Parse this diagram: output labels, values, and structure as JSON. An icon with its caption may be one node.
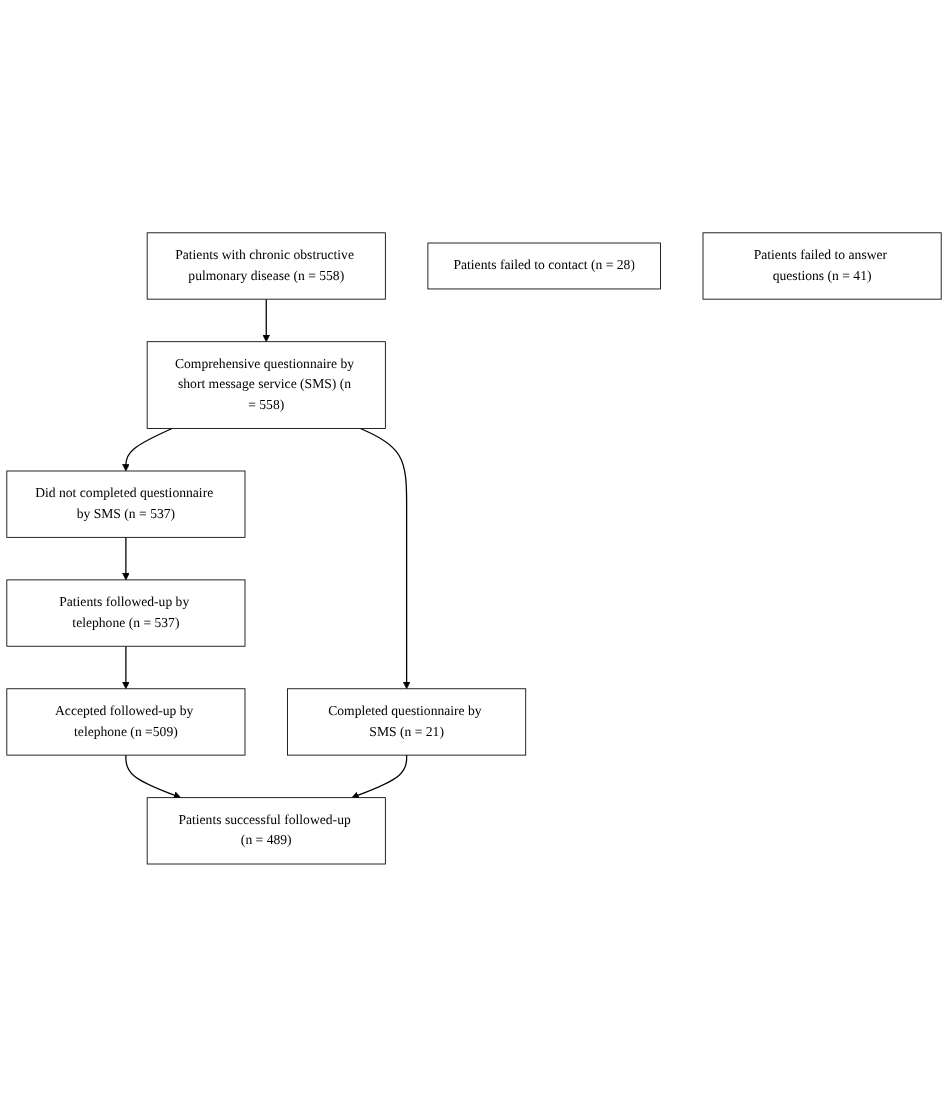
{
  "diagram": {
    "nodes": [
      {
        "text": [
          "Patients with chronic obstructive pulmonary disease (n = 558)"
        ]
      },
      {
        "text": [
          "Comprehensive questionnaire by short message service (SMS) (n = 558)"
        ]
      },
      {
        "text": [
          "Completed questionnaire by SMS (n = 21)"
        ]
      },
      {
        "text": [
          "Did not completed questionnaire by SMS (n = 537)"
        ]
      },
      {
        "text": [
          "Patients followed-up by telephone (n = 537)"
        ]
      },
      {
        "text": [
          "Patients failed to contact (n = 28)"
        ]
      },
      {
        "text": [
          "Accepted followed-up by telephone (n =509)"
        ]
      },
      {
        "text": [
          "Patients failed to answer questions (n = 41)"
        ]
      },
      {
        "text": [
          "Patients successful followed-up (n = 489)"
        ]
      }
    ],
    "edges": [
      {
        "from": 0,
        "to": 1,
        "arrow": "to"
      },
      {
        "from": 1,
        "to": 2,
        "arrow": "to"
      },
      {
        "from": 1,
        "to": 3,
        "arrow": "to"
      },
      {
        "from": 3,
        "to": 4,
        "arrow": "to"
      },
      {
        "from": 4,
        "to": 6,
        "arrow": "to"
      },
      {
        "from": 6,
        "to": 8,
        "arrow": "to"
      },
      {
        "from": 2,
        "to": 8,
        "arrow": "to"
      }
    ]
  }
}
